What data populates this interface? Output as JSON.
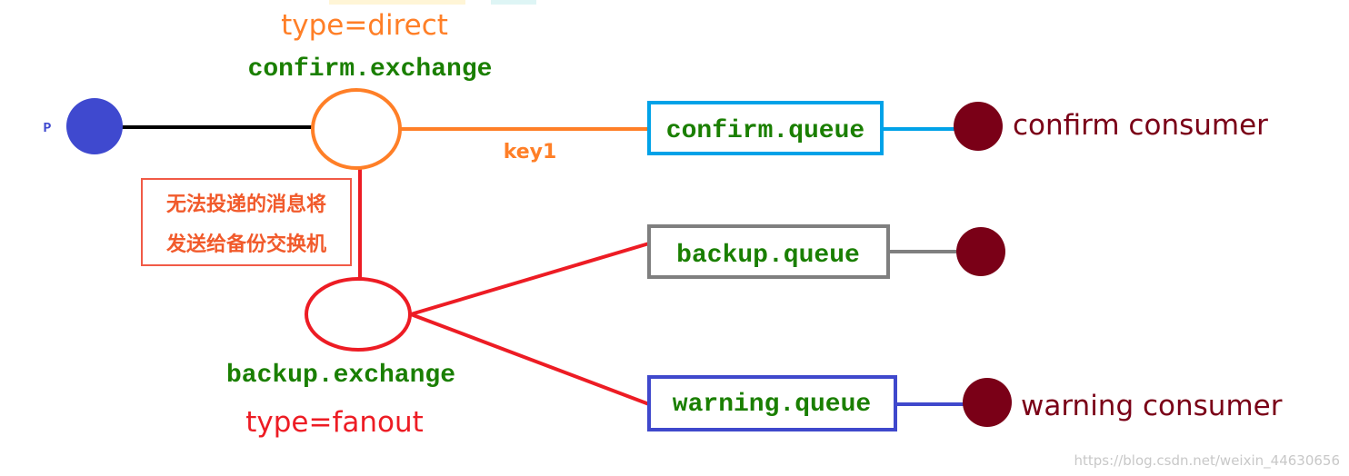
{
  "producer": {
    "label": "P"
  },
  "confirm_exchange": {
    "type_label": "type=direct",
    "name": "confirm.exchange"
  },
  "routing_key": "key1",
  "fallback_note": {
    "line1": "无法投递的消息将",
    "line2": "发送给备份交换机"
  },
  "backup_exchange": {
    "name": "backup.exchange",
    "type_label": "type=fanout"
  },
  "queues": {
    "confirm": "confirm.queue",
    "backup": "backup.queue",
    "warning": "warning.queue"
  },
  "consumers": {
    "confirm": "confirm consumer",
    "warning": "warning consumer"
  },
  "watermark": "https://blog.csdn.net/weixin_44630656",
  "colors": {
    "producer": "#3f49cf",
    "consumer": "#7a0017",
    "confirm_link": "#ff7f27",
    "backup_link": "#ed1c24",
    "label_green": "#1a7f00",
    "confirm_queue_border": "#00a2e8",
    "backup_queue_border": "#7f7f7f",
    "warning_queue_border": "#3f48cc",
    "consumer_text": "#7a0017"
  }
}
